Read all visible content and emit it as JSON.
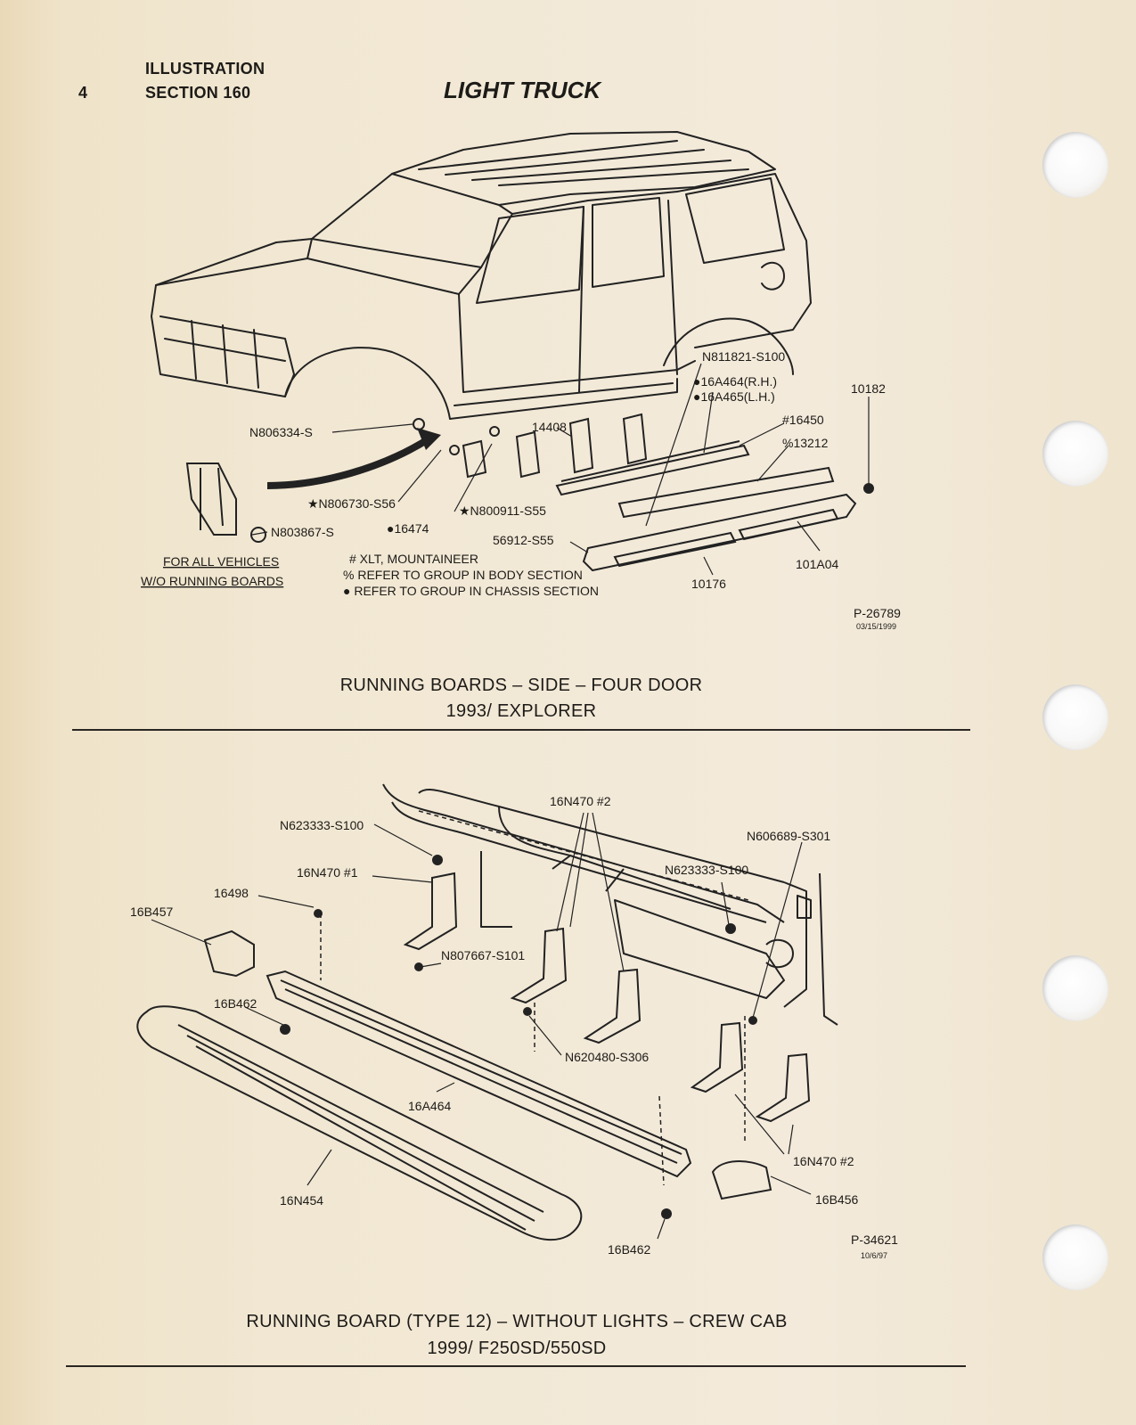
{
  "header": {
    "page_number": "4",
    "line1": "ILLUSTRATION",
    "line2": "SECTION 160",
    "title": "LIGHT TRUCK"
  },
  "figure1": {
    "labels": {
      "n811821": "N811821-S100",
      "a16a464rh": "●16A464(R.H.)",
      "a16a465lh": "●16A465(L.H.)",
      "p10182": "10182",
      "p16450": "#16450",
      "p13212": "%13212",
      "p14408": "14408",
      "n806334": "N806334-S",
      "n806730": "★N806730-S56",
      "n800911": "★N800911-S55",
      "n803867": "N803867-S",
      "p16474": "●16474",
      "p56912": "56912-S55",
      "p10176": "10176",
      "p101a04": "101A04",
      "note_all_1": "FOR ALL VEHICLES",
      "note_all_2": "W/O RUNNING BOARDS",
      "legend1": "# XLT, MOUNTAINEER",
      "legend2": "% REFER TO GROUP IN BODY SECTION",
      "legend3": "● REFER TO GROUP IN CHASSIS SECTION",
      "ref": "P-26789",
      "ref_date": "03/15/1999"
    },
    "caption1": "RUNNING BOARDS – SIDE – FOUR DOOR",
    "caption2": "1993/ EXPLORER"
  },
  "figure2": {
    "labels": {
      "n16n470_2_top": "16N470  #2",
      "n623333_left": "N623333-S100",
      "n606689": "N606689-S301",
      "n623333_right": "N623333-S100",
      "n16n470_1": "16N470  #1",
      "p16498": "16498",
      "p16b457": "16B457",
      "n807667": "N807667-S101",
      "p16b462_top": "16B462",
      "n620480": "N620480-S306",
      "p16a464": "16A464",
      "n16n470_2_bottom": "16N470  #2",
      "p16n454": "16N454",
      "p16b456": "16B456",
      "p16b462_bottom": "16B462",
      "ref": "P-34621",
      "ref_date": "10/6/97"
    },
    "caption1": "RUNNING BOARD (TYPE 12) – WITHOUT LIGHTS – CREW CAB",
    "caption2": "1999/ F250SD/550SD"
  }
}
